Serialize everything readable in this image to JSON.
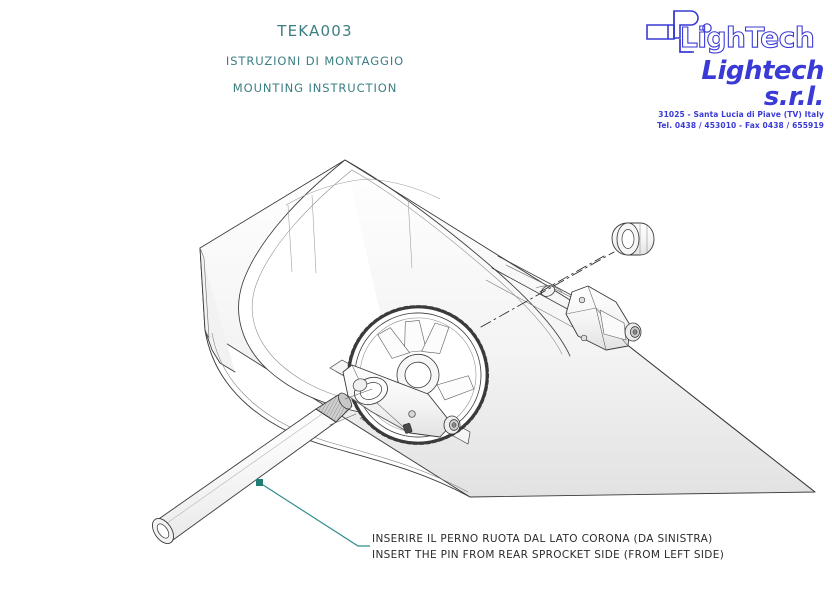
{
  "header": {
    "doc_code": "TEKA003",
    "instruction_it": "ISTRUZIONI DI MONTAGGIO",
    "instruction_en": "MOUNTING INSTRUCTION"
  },
  "logo": {
    "mark_name": "lightech-monogram-icon",
    "wordmark": "LighTech",
    "company": "Lightech s.r.l.",
    "address": "31025 - Santa Lucia di Piave (TV) Italy",
    "contact": "Tel. 0438 / 453010 - Fax 0438 / 655919"
  },
  "caption": {
    "line_it": "INSERIRE IL PERNO RUOTA DAL LATO CORONA (DA SINISTRA)",
    "line_en": "INSERT THE PIN FROM REAR SPROCKET SIDE (FROM LEFT SIDE)"
  },
  "drawing": {
    "title": "Motorcycle swingarm with rear sprocket and wheel axle pin assembly",
    "parts": [
      {
        "name": "swingarm",
        "label": ""
      },
      {
        "name": "rear-sprocket",
        "label": ""
      },
      {
        "name": "left-chain-adjuster",
        "label": ""
      },
      {
        "name": "right-chain-adjuster",
        "label": ""
      },
      {
        "name": "axle-nut-cap",
        "label": ""
      },
      {
        "name": "wheel-axle-pin",
        "label": ""
      }
    ]
  },
  "colors": {
    "teal": "#3b7f84",
    "logo_blue": "#3a3ad6",
    "leader": "#2e8b8b",
    "line": "#3a3a3a",
    "caption": "#2b2b2b"
  }
}
